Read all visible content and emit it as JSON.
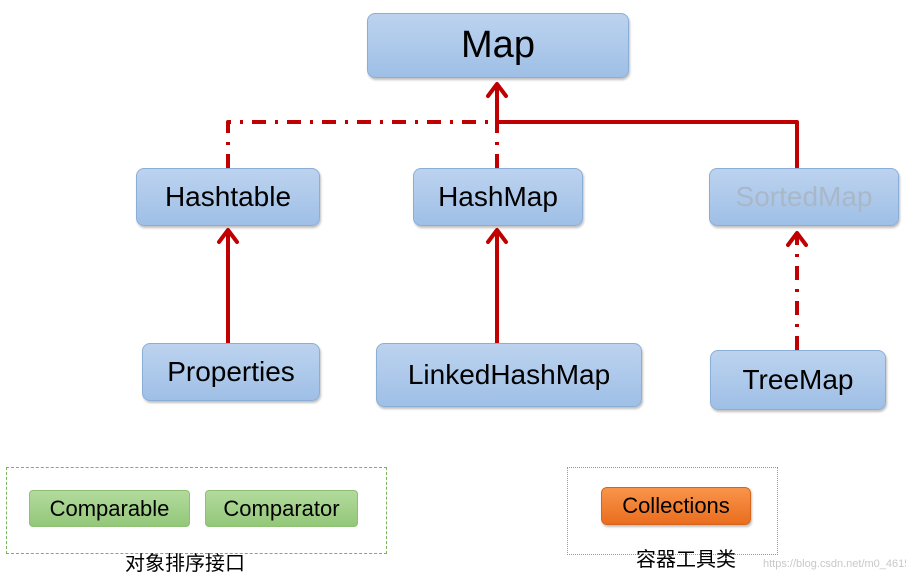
{
  "nodes": {
    "map": "Map",
    "hashtable": "Hashtable",
    "hashmap": "HashMap",
    "sortedmap": "SortedMap",
    "properties": "Properties",
    "linkedhashmap": "LinkedHashMap",
    "treemap": "TreeMap"
  },
  "groups": {
    "sorting": {
      "caption": "对象排序接口",
      "items": [
        "Comparable",
        "Comparator"
      ]
    },
    "tools": {
      "caption": "容器工具类",
      "items": [
        "Collections"
      ]
    }
  },
  "colors": {
    "arrow": "#c00000",
    "node_fill": "#a9c6ea",
    "abstract_text": "#a9b8c9",
    "interface_fill": "#9fcf86",
    "utility_fill": "#f07a2a"
  },
  "watermark": "https://blog.csdn.net/m0_4615"
}
